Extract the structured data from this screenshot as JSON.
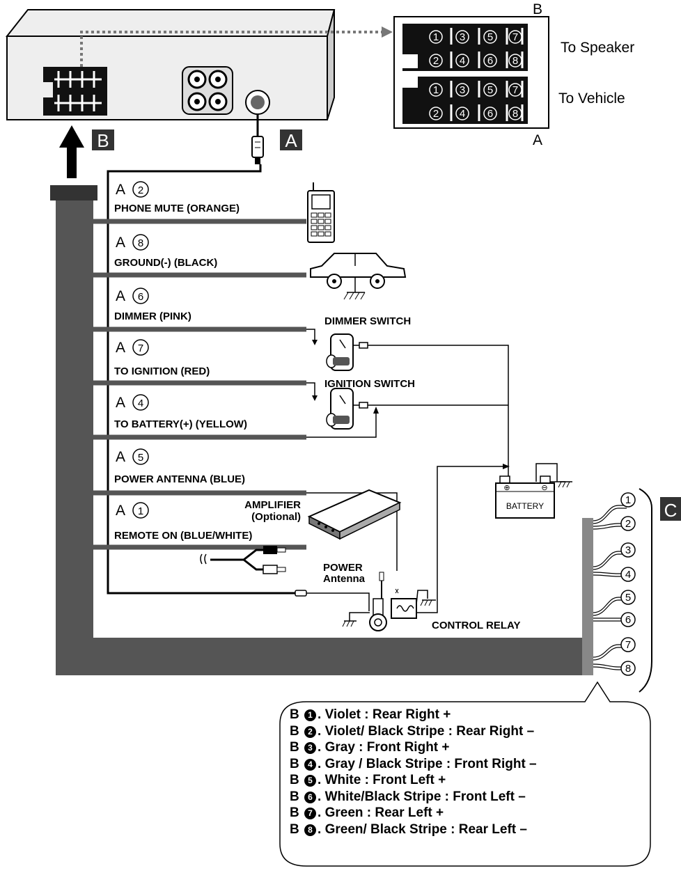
{
  "connector_b": {
    "label_b": "B",
    "label_a": "A",
    "to_speaker": "To Speaker",
    "to_vehicle": "To Vehicle",
    "top_pins": [
      "1",
      "3",
      "5",
      "7",
      "2",
      "4",
      "6",
      "8"
    ],
    "bottom_pins": [
      "1",
      "3",
      "5",
      "7",
      "2",
      "4",
      "6",
      "8"
    ]
  },
  "tags": {
    "a": "A",
    "b": "B",
    "c": "C"
  },
  "wires": [
    {
      "pin": "A",
      "num": "2",
      "name": "PHONE MUTE (ORANGE)"
    },
    {
      "pin": "A",
      "num": "8",
      "name": "GROUND(-) (BLACK)"
    },
    {
      "pin": "A",
      "num": "6",
      "name": "DIMMER (PINK)"
    },
    {
      "pin": "A",
      "num": "7",
      "name": "TO IGNITION (RED)"
    },
    {
      "pin": "A",
      "num": "4",
      "name": "TO BATTERY(+) (YELLOW)"
    },
    {
      "pin": "A",
      "num": "5",
      "name": "POWER ANTENNA (BLUE)"
    },
    {
      "pin": "A",
      "num": "1",
      "name": "REMOTE ON (BLUE/WHITE)"
    }
  ],
  "devices": {
    "dimmer_switch": "DIMMER SWITCH",
    "ignition_switch": "IGNITION SWITCH",
    "battery": "BATTERY",
    "amplifier_line1": "AMPLIFIER",
    "amplifier_line2": "(Optional)",
    "power_line1": "POWER",
    "power_line2": "Antenna",
    "control_relay": "CONTROL RELAY"
  },
  "speaker_pins": [
    "1",
    "2",
    "3",
    "4",
    "5",
    "6",
    "7",
    "8"
  ],
  "legend": [
    {
      "prefix": "B",
      "num": "1",
      "text": ". Violet : Rear Right +"
    },
    {
      "prefix": "B",
      "num": "2",
      "text": ". Violet/ Black Stripe : Rear Right –"
    },
    {
      "prefix": "B",
      "num": "3",
      "text": ". Gray : Front Right +"
    },
    {
      "prefix": "B",
      "num": "4",
      "text": ". Gray / Black Stripe : Front Right –"
    },
    {
      "prefix": "B",
      "num": "5",
      "text": ". White : Front Left +"
    },
    {
      "prefix": "B",
      "num": "6",
      "text": ". White/Black Stripe : Front Left –"
    },
    {
      "prefix": "B",
      "num": "7",
      "text": ". Green : Rear Left +"
    },
    {
      "prefix": "B",
      "num": "8",
      "text": ". Green/ Black Stripe : Rear Left –"
    }
  ]
}
